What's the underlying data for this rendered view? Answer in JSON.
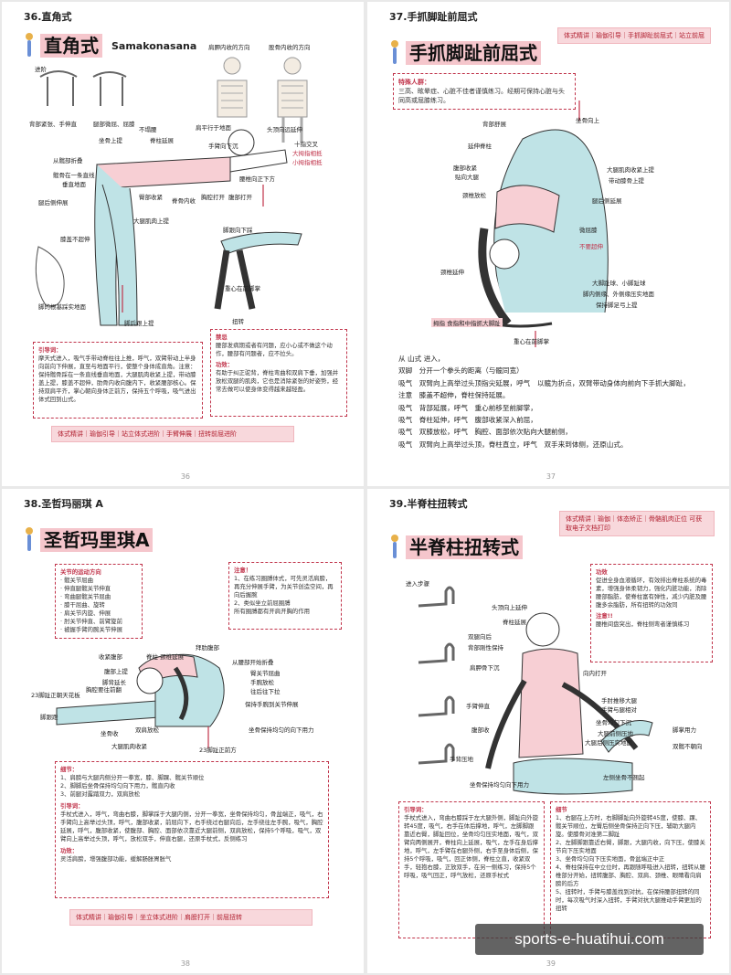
{
  "watermark": "sports-e-huatihui.com",
  "page36": {
    "chapter": "36.直角式",
    "title": "直角式",
    "title_en": "Samakonasana",
    "page_number": "36",
    "anatomy_labels": [
      "肩胛内收的方向",
      "股骨内收的方向"
    ],
    "progress_label": "进阶",
    "labels": [
      "背部紧张、手伸直",
      "腿部微屈、屈膝",
      "坐骨上提",
      "不塌腰",
      "脊柱延展",
      "肩平行于地面",
      "头顶向远延伸",
      "手臂向下沉",
      "十指交叉",
      "大拇指相抵",
      "小拇指相抵",
      "从髋部折叠",
      "髋骨在一条直线",
      "垂直地面",
      "臀部收紧",
      "脊骨内收",
      "胸腔打开",
      "腹部打开",
      "腰椎向正下方",
      "腿后侧伸展",
      "大腿肌肉上提",
      "膝盖不超伸",
      "脚的根基踩实地面",
      "重心在前脚掌",
      "脚跟向下踩",
      "脚后跟上提",
      "扭转"
    ],
    "guide_title": "引导词：",
    "guide": "摩天式进入，吸气手带动脊柱往上推，呼气，双臂带动上半身向前向下伸展，直至与地面平行，使整个身体成直角。注意：保持髋骨踩在一条直线垂直地面，大腿肌肉收紧上提，带动膝盖上提，膝盖不超伸，肋骨内收向腹内下，收紧腰部核心。保持双肩平齐，掌心朝向身体正前方，保持五个呼吸，吸气进出体式回到山式。",
    "note_title": "禁忌",
    "note": "腰部发病期或者有问题，应小心或不做这个动作，腰部有问题者，应不拉头。",
    "effect_title": "功效：",
    "effect": "有助于纠正驼背，脊柱弯曲和双肩下垂，加强并放松双腿的肌肉，它也是消除紧张的好姿势，经常去做可以使身体变得越来越轻盈。",
    "banner": "体式精讲｜瑜伽引导｜站立体式进阶｜手臂伸展｜扭转前屈进阶"
  },
  "page37": {
    "chapter": "37.手抓脚趾前屈式",
    "title": "手抓脚趾前屈式",
    "page_number": "37",
    "banner": "体式精讲｜瑜伽引导｜手抓脚趾前屈式｜站立前屈",
    "special_title": "特殊人群：",
    "special": "三高、眩晕症、心脏不佳者谨慎练习。经期可保持心脏与头同高或屈膝练习。",
    "labels": [
      "背部舒展",
      "延伸脊柱",
      "腹部收紧",
      "贴向大腿",
      "颈椎放松",
      "颈椎延伸",
      "拇指 食指和中指抓大脚趾",
      "坐骨向上",
      "大腿肌肉收紧上提",
      "带动膝骨上提",
      "腿后侧延展",
      "微屈膝",
      "不要超伸",
      "大脚趾球、小脚趾球",
      "脚内侧缘、外侧缘压实地面",
      "保持脚足弓上提",
      "重心在前脚掌"
    ],
    "instructions": [
      "从 山式 进入，",
      "双脚　分开一个拳头的距离（与髋同宽）",
      "吸气　双臂向上高举过头顶指尖延展，呼气　以髋为折点，双臂带动身体向前向下手抓大脚趾，",
      "注意　膝盖不超伸，脊柱保持延展。",
      "吸气　背部延展，呼气　重心前移至前脚掌，",
      "吸气　脊柱延伸，呼气　腹部收紧深入前屈，",
      "吸气　双膝放松，呼气　胸腔、面部依次贴向大腿前侧，",
      "吸气　双臂向上高举过头顶，脊柱直立，呼气　双手来到体侧，还原山式。"
    ]
  },
  "page38": {
    "chapter": "38.圣哲玛丽琪 A",
    "title": "圣哲玛里琪A",
    "page_number": "38",
    "direction_title": "关节的运动方向",
    "directions": [
      "· 髋关节屈曲",
      "· 伸直腿髋关节伸直",
      "· 弯曲腿髋关节屈曲",
      "· 膝干屈曲、旋转",
      "· 肩关节内旋、伸展",
      "· 肘关节伸直、前臂旋前",
      "· 被握手臂的腕关节伸展"
    ],
    "note_title": "注意！",
    "notes": [
      "1、在练习圈膊体式，可先灵活肩膀，再充分伸展手臂，为关节创造空间，再向后握腕",
      "2、类似坐立前屈圈膊",
      "所有圈膊都有开肩开胸的作用"
    ],
    "labels": [
      "收紧腹部",
      "脊柱 颈椎延展",
      "腹部上提",
      "脚背延长",
      "胸腔要往前翻",
      "23脚趾正朝天花板",
      "脚跟蹬",
      "坐骨收",
      "双肩放松",
      "大腿肌肉收紧",
      "拜肋腹部",
      "从腰部开始折叠",
      "臀关节屈曲",
      "手腕放松",
      "往后往下拉",
      "保持手腕到关节伸展",
      "坐骨保持均匀的向下用力",
      "23脚趾正前方"
    ],
    "details_title": "细节：",
    "details": [
      "1、肩膀与大腿内侧分开一拳宽，膝、脚踝、髋关节顺位",
      "2、脚脚后坐骨保持均匀向下用力，髋直内收",
      "3、前腿对露踏双力，双肩放松"
    ],
    "guide_title": "引导词：",
    "guide": "手杖式进入，呼气，弯曲右膝，脚掌踩于大腿内侧，分开一拳宽，坐骨保持均匀，骨盆端正，吸气，右手臂向上高举过头顶，呼气，腹部收紧，前屈向下，右手绕过右腿向后，左手绕往左手腕，吸气，胸腔延展，呼气，腹部收紧，使腹部、胸腔、面部依次靠近大腿前侧，双肩放松，保持5个呼吸，吸气，双臂向上高举过头顶，呼气，放松双手，伸直右腿，还原手杖式，反侧练习",
    "effect_title": "功效：",
    "effect": "灵活肩膀，增强腹部功能，缓解肠胀胃胀气",
    "banner": "体式精讲｜瑜伽引导｜坐立体式进阶｜肩膀打开｜前屈扭转"
  },
  "page39": {
    "chapter": "39.半脊柱扭转式",
    "title": "半脊柱扭转式",
    "page_number": "39",
    "banner": "体式精讲｜瑜伽｜体态矫正｜骨骼肌肉正位 可获取电子文档打印",
    "effect_title": "功效",
    "effect": "促进全身血液循环，有效排出脊柱系统的毒素，增强身体柔韧力，强化内脏功能，消除腰部脂肪，使脊柱富有弹性，减少内脏及腰腹多余脂肪，所有扭转的功效同",
    "note_title": "注意!!",
    "note": "腰椎间盘突出，脊柱侧弯者谨慎练习",
    "step_label": "进入步骤",
    "labels": [
      "头顶向上延伸",
      "脊柱延展",
      "双腿向后",
      "背部刚性保持",
      "肩胛骨下沉",
      "向内打开",
      "手肘推移大腿",
      "手臂与腿相对",
      "手臂伸直",
      "腹部收",
      "坐骨均匀下沉",
      "大腿前侧压地",
      "大腿后侧压实地面",
      "脚掌用力",
      "双髋不朝向",
      "手背压地",
      "坐骨保持均匀向下用力",
      "左侧坐骨不翘起"
    ],
    "guide_title": "引导词：",
    "guide": "手杖式进入，弯曲右膝踩于左大腿外侧，脚趾向外旋转45度，吸气，右手在体后撑地，呼气，左脚脚跟靠近右臀，脚趾回位，坐骨均匀压实地面，吸气，双臂向两侧展开，脊柱向上延展，吸气，左手在身后撑地，呼气，左手臂在右腿外侧，右手至身体后侧，保持5个呼吸，吸气，回正体侧，脊柱立直，收紧双手，轻抱右膝，正放双手，在另一侧练习，保持5个呼吸，吸气回正，呼气放松，还原手杖式",
    "details_title": "细节",
    "details": [
      "1、右腿在上方时，右脚脚趾向外旋转45度，使膝、踝、髋关节顺位，左臀后侧坐骨保持正向下压，辅助大腿内旋。使膝骨对准第二脚趾",
      "2、左脚脚跟靠近右臀，脚跟，大腿内收，向下压，使膝关节向下压实地面",
      "3、坐骨均匀向下压实地面，骨盆端正中正",
      "4、脊柱保持在中立位时，再跟随呼吸进入扭转，扭转从腰椎部分开始，扭转腹部、胸腔、双肩、颈椎、眼睛看向肩膀的后方",
      "5、扭转时，手臂与膝盖找到对抗，在保持腰部扭转的同时，每次吸气时深入扭转，手臂对抗大腿推动手臂更加的扭转"
    ]
  }
}
